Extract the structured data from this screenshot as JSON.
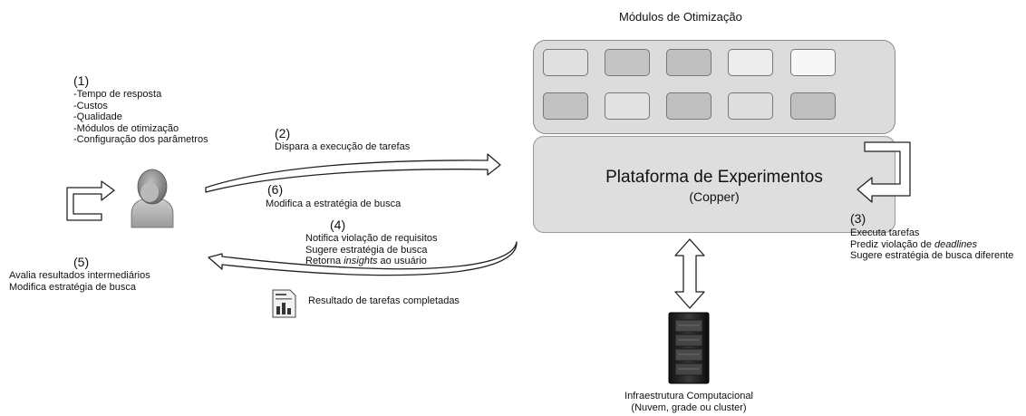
{
  "modules": {
    "title": "Módulos de Otimização",
    "tiles": [
      {
        "color": "#e0e0e0"
      },
      {
        "color": "#c4c4c4"
      },
      {
        "color": "#c0c0c0"
      },
      {
        "color": "#ececec"
      },
      {
        "color": "#f7f7f7"
      },
      {
        "color": "#c2c2c2"
      },
      {
        "color": "#e2e2e2"
      },
      {
        "color": "#c0c0c0"
      },
      {
        "color": "#dedede"
      },
      {
        "color": "#c0c0c0"
      }
    ]
  },
  "platform": {
    "title": "Plataforma de Experimentos",
    "subtitle": "(Copper)"
  },
  "step1": {
    "number": "(1)",
    "lines": [
      "-Tempo de resposta",
      "-Custos",
      "-Qualidade",
      "-Módulos de otimização",
      "-Configuração dos parâmetros"
    ]
  },
  "step2": {
    "number": "(2)",
    "text": "Dispara a execução de tarefas"
  },
  "step6": {
    "number": "(6)",
    "text": "Modifica a estratégia de busca"
  },
  "step4": {
    "number": "(4)",
    "line1": "Notifica violação de requisitos",
    "line2": "Sugere estratégia de busca",
    "line3_prefix": "Retorna ",
    "line3_emphasis": "insights",
    "line3_suffix": " ao usuário"
  },
  "step5": {
    "number": "(5)",
    "lines": [
      "Avalia resultados intermediários",
      "Modifica estratégia de busca"
    ]
  },
  "step3": {
    "number": "(3)",
    "line1": "Executa tarefas",
    "line2_prefix": "Prediz violação de ",
    "line2_emphasis": "deadlines",
    "line3": "Sugere estratégia de busca diferente"
  },
  "results": {
    "label": "Resultado de tarefas completadas"
  },
  "infrastructure": {
    "line1": "Infraestrutura Computacional",
    "line2": "(Nuvem, grade ou cluster)"
  }
}
